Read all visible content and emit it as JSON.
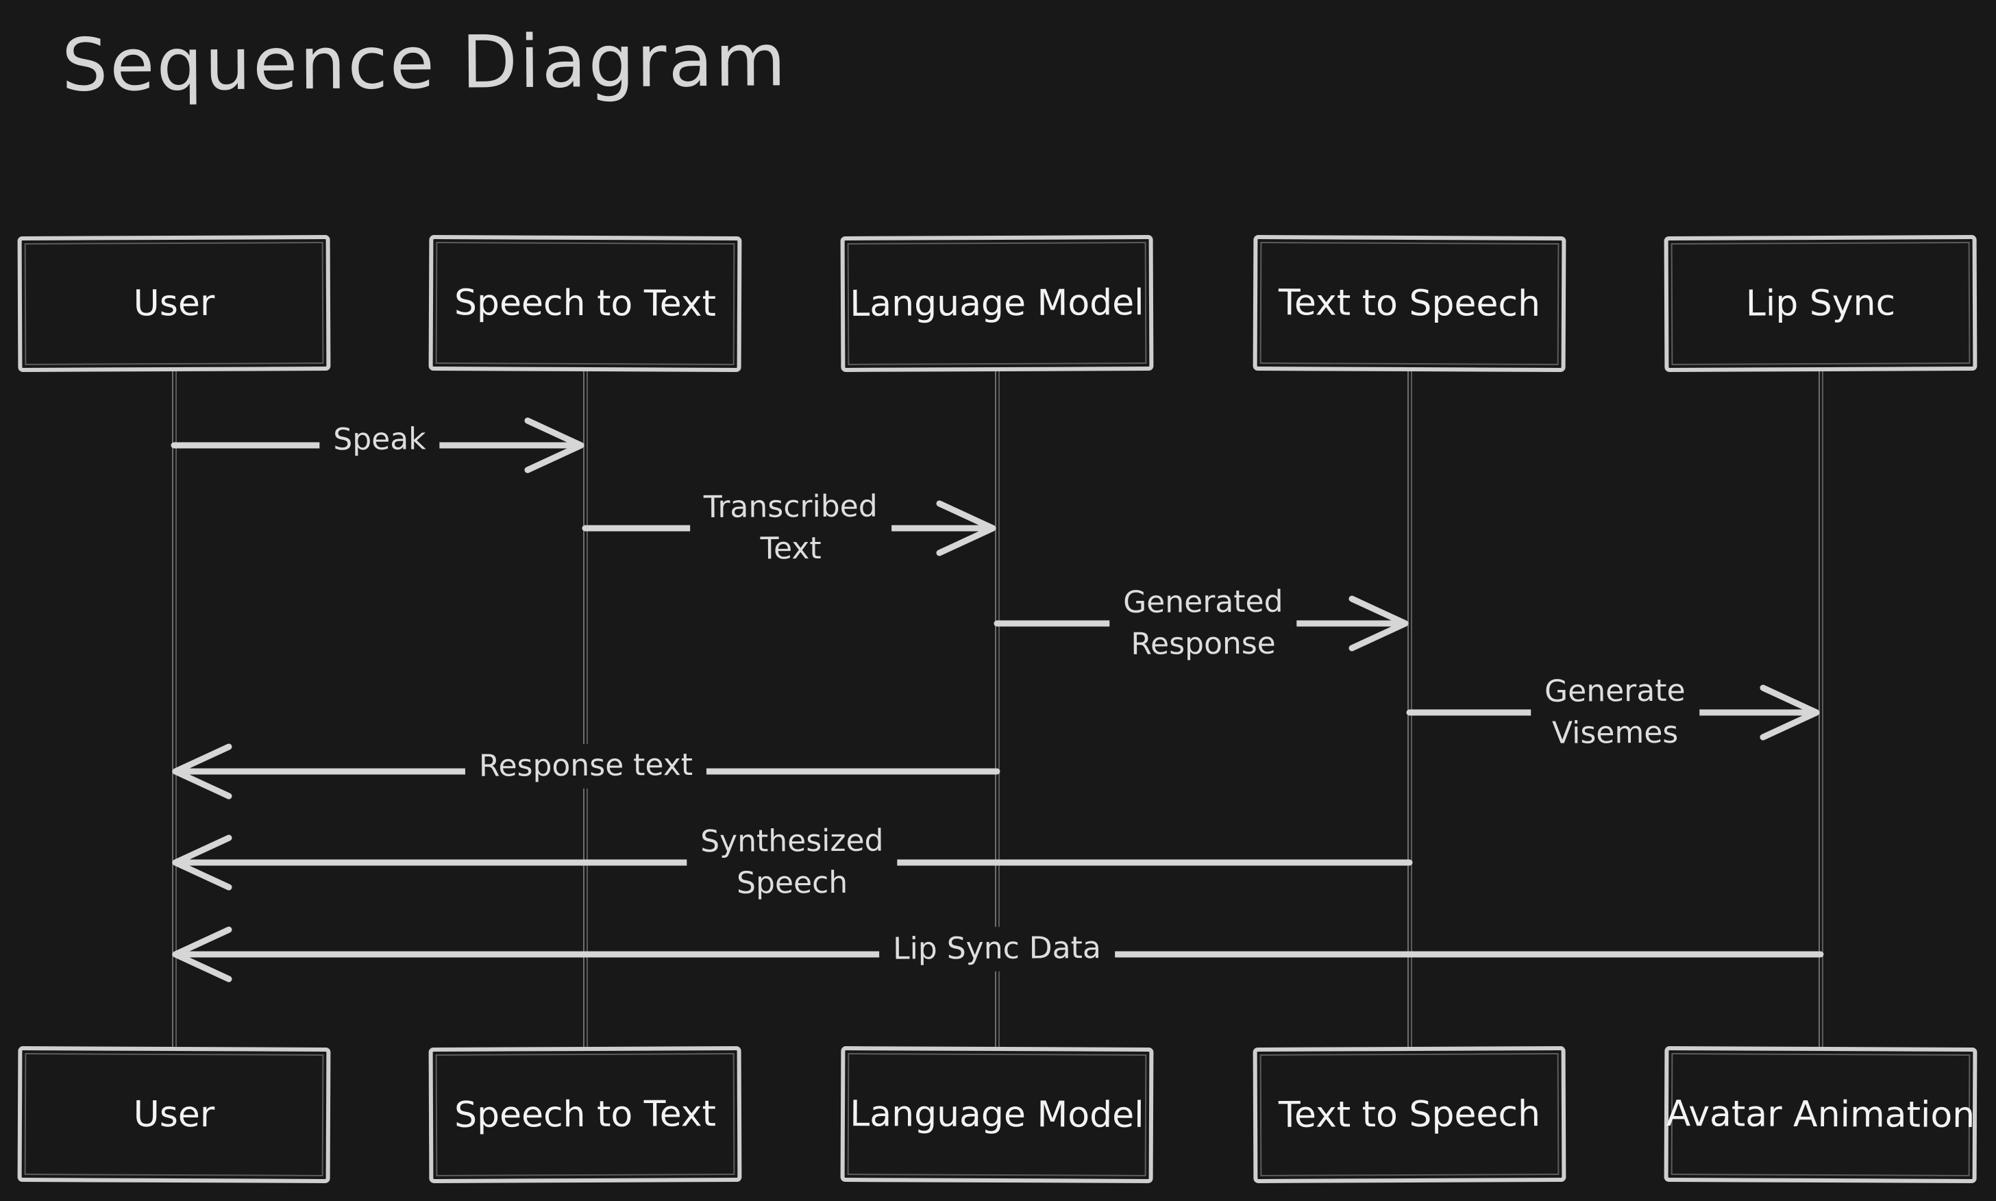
{
  "title": "Sequence Diagram",
  "colors": {
    "background": "#181818",
    "box_stroke": "#cfcfcf",
    "box_text": "#f3f3f3",
    "arrow_stroke": "#d6d6d6",
    "label_text": "#dedede",
    "lifeline": "#6e6e6e",
    "title_text": "#d6d6d6"
  },
  "actors": [
    {
      "id": "user",
      "top_label": "User",
      "bottom_label": "User"
    },
    {
      "id": "speech-to-text",
      "top_label": "Speech to Text",
      "bottom_label": "Speech to Text"
    },
    {
      "id": "language-model",
      "top_label": "Language Model",
      "bottom_label": "Language Model"
    },
    {
      "id": "text-to-speech",
      "top_label": "Text to Speech",
      "bottom_label": "Text to Speech"
    },
    {
      "id": "lip-sync",
      "top_label": "Lip Sync",
      "bottom_label": "Avatar Animation"
    }
  ],
  "messages": [
    {
      "label": "Speak",
      "from": "user",
      "to": "speech-to-text",
      "direction": "right"
    },
    {
      "label": "Transcribed\nText",
      "from": "speech-to-text",
      "to": "language-model",
      "direction": "right"
    },
    {
      "label": "Generated\nResponse",
      "from": "language-model",
      "to": "text-to-speech",
      "direction": "right"
    },
    {
      "label": "Generate\nVisemes",
      "from": "text-to-speech",
      "to": "lip-sync",
      "direction": "right"
    },
    {
      "label": "Response text",
      "from": "language-model",
      "to": "user",
      "direction": "left"
    },
    {
      "label": "Synthesized\nSpeech",
      "from": "text-to-speech",
      "to": "user",
      "direction": "left"
    },
    {
      "label": "Lip Sync Data",
      "from": "lip-sync",
      "to": "user",
      "direction": "left"
    }
  ]
}
